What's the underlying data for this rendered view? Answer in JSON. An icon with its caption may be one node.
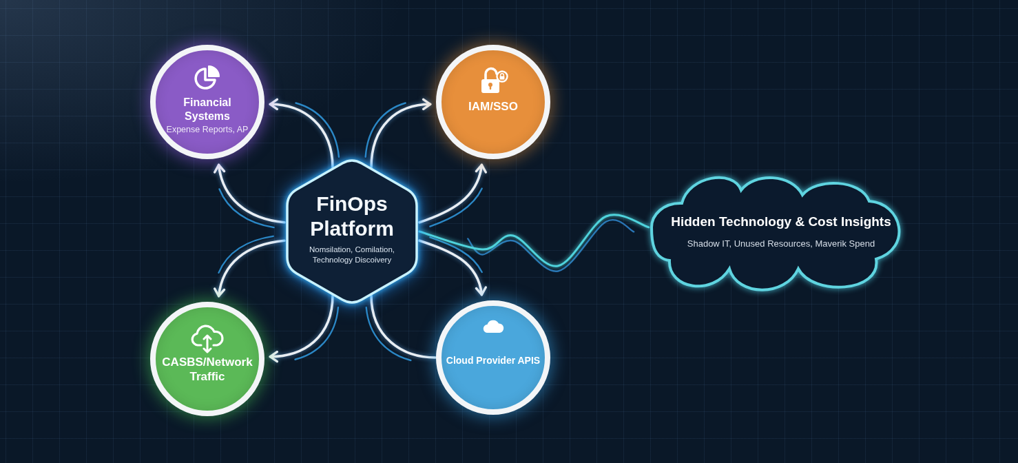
{
  "diagram": {
    "nodes": [
      {
        "text": [
          "Financial Systems",
          "Expense Reports, AP"
        ]
      },
      {
        "text": [
          "IAM/SSO"
        ]
      },
      {
        "text": [
          "FinOps Platform",
          "Nomsilation, Comilation, Technology Discoivery"
        ]
      },
      {
        "text": [
          "Hidden Technology & Cost Insights",
          "Shadow IT, Unused Resources, Maverik Spend"
        ]
      },
      {
        "text": [
          "CASBS/Network Traffic"
        ]
      },
      {
        "text": [
          "Cloud Provider APIS"
        ]
      }
    ],
    "edges": [
      {
        "from": 2,
        "to": 0,
        "arrow": "to"
      },
      {
        "from": 2,
        "to": 0,
        "arrow": "to"
      },
      {
        "from": 2,
        "to": 1,
        "arrow": "to"
      },
      {
        "from": 2,
        "to": 1,
        "arrow": "to"
      },
      {
        "from": 2,
        "to": 4,
        "arrow": "to"
      },
      {
        "from": 2,
        "to": 4,
        "arrow": "to"
      },
      {
        "from": 2,
        "to": 5,
        "arrow": "to"
      },
      {
        "from": 2,
        "to": 5,
        "arrow": "none"
      },
      {
        "from": 2,
        "to": 3,
        "arrow": "none",
        "color": "#4fd3dc"
      }
    ]
  }
}
